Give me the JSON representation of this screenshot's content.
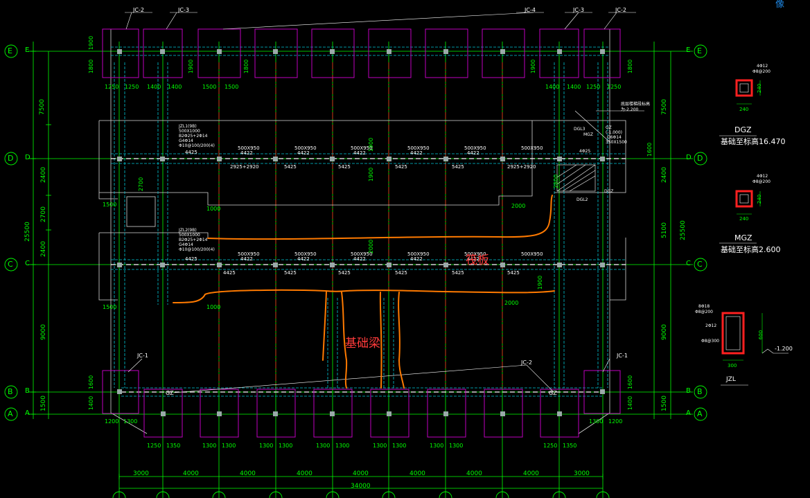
{
  "corner_glyph": "像",
  "grid_axes": {
    "rows": [
      "E",
      "D",
      "C",
      "B",
      "A"
    ],
    "cols_bottom_dims": [
      "3000",
      "4000",
      "4000",
      "4000",
      "4000",
      "4000",
      "4000",
      "4000",
      "3000"
    ],
    "total_width": "34000",
    "left_dims": [
      "7500",
      "2400",
      "2700",
      "2400",
      "9000",
      "1500"
    ],
    "left_total": "25500",
    "right_dims": [
      "7500",
      "2400",
      "5100",
      "9000",
      "1500"
    ],
    "right_total": "25500"
  },
  "foundation_tags": {
    "top": [
      "JC-2",
      "JC-3",
      "JC-4",
      "JC-3",
      "JC-2"
    ],
    "bottom": [
      "JC-1",
      "JC-2",
      "JC-1"
    ],
    "gz": [
      "GZ",
      "GZ"
    ]
  },
  "top_pad_dims": [
    "1250",
    "1250",
    "1400",
    "1400",
    "1500",
    "1500",
    "1400",
    "1400",
    "1250",
    "1250"
  ],
  "top_pad_vdims": [
    "1900",
    "1800",
    "1900",
    "1800",
    "1900",
    "1800"
  ],
  "bottom_pad_dims": [
    "1200",
    "1300",
    "1250",
    "1350",
    "1300",
    "1300",
    "1300",
    "1300",
    "1300",
    "1300",
    "1300",
    "1300",
    "1300",
    "1300",
    "1250",
    "1350",
    "1300",
    "1200"
  ],
  "bottom_pad_vdims": [
    "1600",
    "1400",
    "1600",
    "1400"
  ],
  "beam_sizes_d": [
    "500X950",
    "500X950",
    "500X950",
    "500X950",
    "500X950",
    "500X950"
  ],
  "beam_rebar_d": [
    "4425",
    "4422",
    "4422",
    "4422",
    "4422",
    "4422"
  ],
  "beam_bottom_d": [
    "2925+2920",
    "5425",
    "5425",
    "5425",
    "5425",
    "2925+2920"
  ],
  "beam_sizes_c": [
    "500X950",
    "500X950",
    "500X950",
    "500X950",
    "500X950",
    "500X950"
  ],
  "beam_rebar_c": [
    "4425",
    "4422",
    "4422",
    "4422",
    "4422",
    "4422"
  ],
  "beam_bottom_c": [
    "4425",
    "5425",
    "5425",
    "5425",
    "5425",
    "5425"
  ],
  "beam_callout_d": [
    "JZL1(9B)",
    "500X1000",
    "B2Φ25+2Φ14",
    "G4Φ14",
    "Φ10@100/200(4)"
  ],
  "beam_callout_c": [
    "JZL2(9B)",
    "500X1000",
    "B2Φ25+2Φ14",
    "G4Φ14",
    "Φ10@100/200(4)"
  ],
  "stair_notes": [
    "底层楼梯段标高",
    "为-2.200",
    "DGL3",
    "MGZ",
    "GZ",
    "(-1.000)",
    "G6Φ14",
    "350X1500",
    "4Φ25",
    "DGL2",
    "DGZ"
  ],
  "misc_dims": [
    "1500",
    "1500",
    "2000",
    "1000",
    "1000",
    "2000",
    "2700",
    "2000",
    "1900",
    "1900",
    "1600",
    "2800",
    "1900"
  ],
  "annotations": {
    "raft": "筏板",
    "foundation_beam": "基础梁"
  },
  "legend": {
    "dgz": {
      "rebar": "4Φ12",
      "stirrup": "Φ8@200",
      "dim_v": "240",
      "dim_h": "240",
      "name": "DGZ",
      "caption": "基础至标高16.470"
    },
    "mgz": {
      "rebar": "4Φ12",
      "stirrup": "Φ8@200",
      "dim_v": "240",
      "dim_h": "240",
      "name": "MGZ",
      "caption": "基础至标高2.600"
    },
    "jzl": {
      "top": "8Φ18",
      "stirrup_top": "Φ8@200",
      "mid": "2Φ12",
      "stirrup_mid": "Φ8@300",
      "height": "600",
      "width": "300",
      "level": "-1.200",
      "name": "JZL"
    }
  },
  "colors": {
    "background": "#000000",
    "grid": "#00ff00",
    "footing": "#c000c0",
    "beam_cyan": "#00c8d8",
    "axis_red": "#ff2020",
    "text": "#ffffff",
    "markup_orange": "#ff7a00",
    "corner_blue": "#1e88e5"
  }
}
